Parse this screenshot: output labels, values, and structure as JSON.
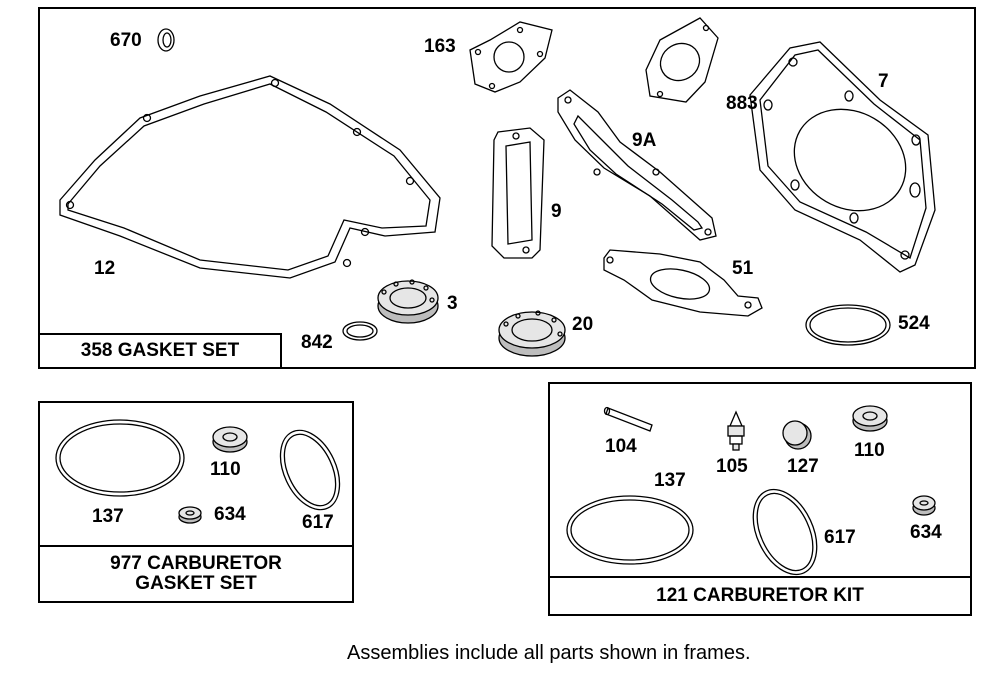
{
  "frames": {
    "gasket_set": "358 GASKET SET",
    "carb_gasket_set": "977 CARBURETOR\nGASKET SET",
    "carb_kit": "121 CARBURETOR KIT"
  },
  "labels": {
    "p670": "670",
    "p163": "163",
    "p883": "883",
    "p7": "7",
    "p9a": "9A",
    "p9": "9",
    "p12": "12",
    "p51": "51",
    "p3": "3",
    "p20": "20",
    "p842": "842",
    "p524": "524",
    "c137": "137",
    "c110": "110",
    "c634": "634",
    "c617": "617",
    "k104": "104",
    "k105": "105",
    "k127": "127",
    "k110": "110",
    "k137": "137",
    "k617": "617",
    "k634": "634"
  },
  "footer_note": "Assemblies include all parts shown in frames."
}
